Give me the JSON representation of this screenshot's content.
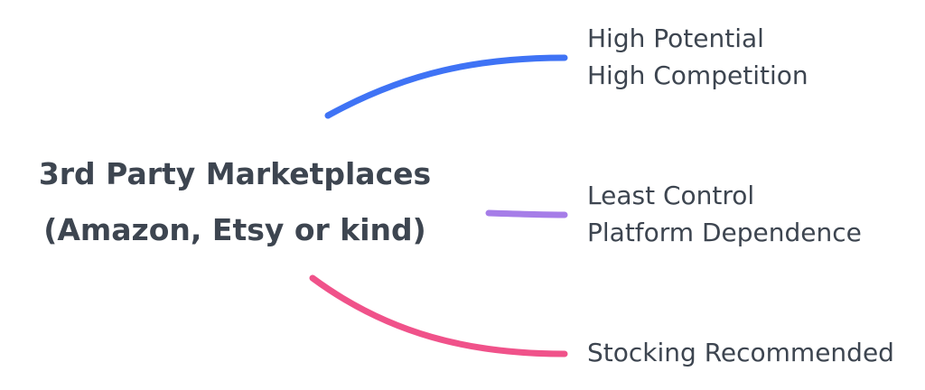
{
  "central_topic": {
    "line1": "3rd Party Marketplaces",
    "line2": "(Amazon, Etsy or kind)"
  },
  "branches": [
    {
      "lines": [
        "High Potential",
        "High Competition"
      ],
      "color": "#3f73f5"
    },
    {
      "lines": [
        "Least Control",
        "Platform Dependence"
      ],
      "color": "#a67de8"
    },
    {
      "lines": [
        "Stocking Recommended"
      ],
      "color": "#f0528a"
    }
  ],
  "text_color": "#3d4550",
  "background_color": "#ffffff"
}
